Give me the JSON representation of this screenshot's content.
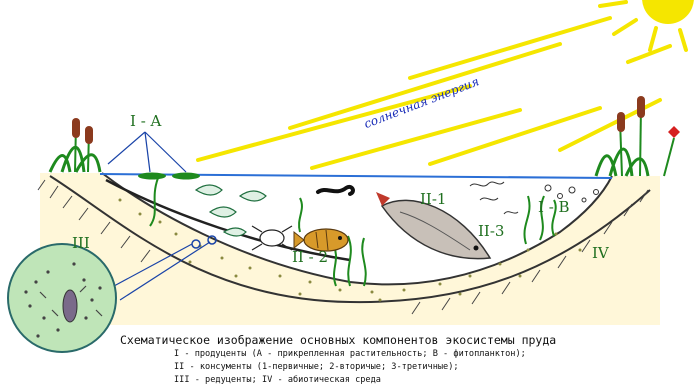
{
  "labels": {
    "producers_a": "I - A",
    "producers_b": "I - B",
    "consumer_1": "II-1",
    "consumer_2": "II - 2",
    "consumer_3": "II-3",
    "reducers": "III",
    "abiotic": "IV",
    "solar_energy": "солнечная энергия"
  },
  "caption": {
    "title": "Схематическое изображение основных компонентов экосистемы пруда",
    "line1": "I - продуценты (А - прикрепленная растительность; В - фитопланктон);",
    "line2": "II - консументы (1-первичные; 2-вторичые; 3-третичные);",
    "line3": "III - редуценты; IV - абиотическая среда"
  },
  "colors": {
    "sun": "#f5e600",
    "water_line": "#2b6fd6",
    "plants": "#1e8a1e",
    "labels": "#1f6f1f",
    "energy_text": "#1a2db8"
  }
}
